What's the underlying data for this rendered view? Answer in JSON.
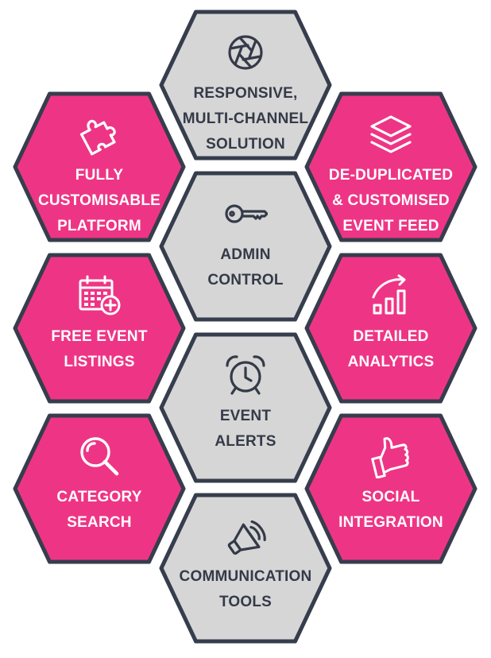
{
  "colors": {
    "pink": "#ee3585",
    "grey": "#d6d6d6",
    "outline": "#363d4c",
    "grey_text": "#343a48",
    "pink_text": "#ffffff"
  },
  "hexagons": [
    {
      "id": "responsive",
      "lines": [
        "RESPONSIVE,",
        "MULTI-CHANNEL",
        "SOLUTION"
      ],
      "icon": "aperture-icon",
      "fill": "grey"
    },
    {
      "id": "customisable",
      "lines": [
        "FULLY",
        "CUSTOMISABLE",
        "PLATFORM"
      ],
      "icon": "puzzle-icon",
      "fill": "pink"
    },
    {
      "id": "dedup",
      "lines": [
        "DE-DUPLICATED",
        "& CUSTOMISED",
        "EVENT FEED"
      ],
      "icon": "layers-icon",
      "fill": "pink"
    },
    {
      "id": "admin",
      "lines": [
        "ADMIN",
        "CONTROL"
      ],
      "icon": "key-icon",
      "fill": "grey"
    },
    {
      "id": "listings",
      "lines": [
        "FREE EVENT",
        "LISTINGS"
      ],
      "icon": "calendar-add-icon",
      "fill": "pink"
    },
    {
      "id": "analytics",
      "lines": [
        "DETAILED",
        "ANALYTICS"
      ],
      "icon": "growth-chart-icon",
      "fill": "pink"
    },
    {
      "id": "alerts",
      "lines": [
        "EVENT",
        "ALERTS"
      ],
      "icon": "alarm-clock-icon",
      "fill": "grey"
    },
    {
      "id": "search",
      "lines": [
        "CATEGORY",
        "SEARCH"
      ],
      "icon": "magnifier-icon",
      "fill": "pink"
    },
    {
      "id": "social",
      "lines": [
        "SOCIAL",
        "INTEGRATION"
      ],
      "icon": "thumbs-up-icon",
      "fill": "pink"
    },
    {
      "id": "communication",
      "lines": [
        "COMMUNICATION",
        "TOOLS"
      ],
      "icon": "megaphone-icon",
      "fill": "grey"
    }
  ]
}
